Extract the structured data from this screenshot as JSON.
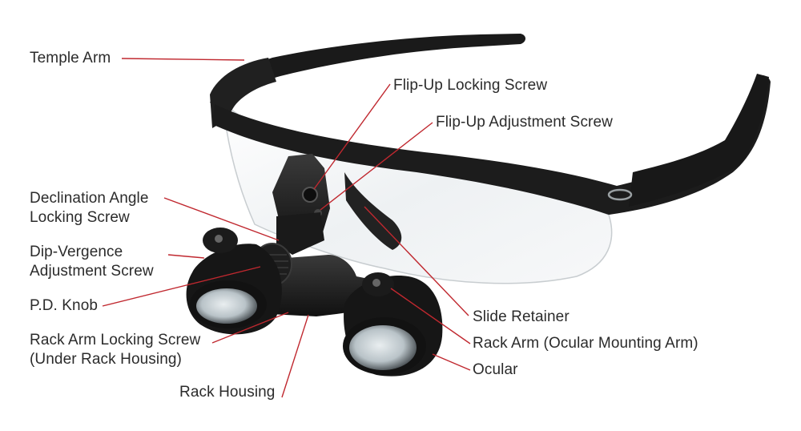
{
  "colors": {
    "leader_line": "#c0282f",
    "label_text": "#2b2b2b",
    "frame": "#1c1c1c",
    "lens": "#eef1f3"
  },
  "labels": {
    "temple_arm": "Temple Arm",
    "flip_up_locking_screw": "Flip-Up Locking Screw",
    "flip_up_adjustment_screw": "Flip-Up Adjustment Screw",
    "declination_angle_line1": "Declination Angle",
    "declination_angle_line2": "Locking Screw",
    "dip_vergence_line1": "Dip-Vergence",
    "dip_vergence_line2": "Adjustment Screw",
    "pd_knob": "P.D. Knob",
    "rack_arm_locking_line1": "Rack Arm Locking Screw",
    "rack_arm_locking_line2": "(Under Rack Housing)",
    "rack_housing": "Rack Housing",
    "slide_retainer": "Slide Retainer",
    "rack_arm": "Rack Arm (Ocular Mounting Arm)",
    "ocular": "Ocular"
  },
  "icons": {
    "loupe": "surgical-loupe-illustration"
  }
}
